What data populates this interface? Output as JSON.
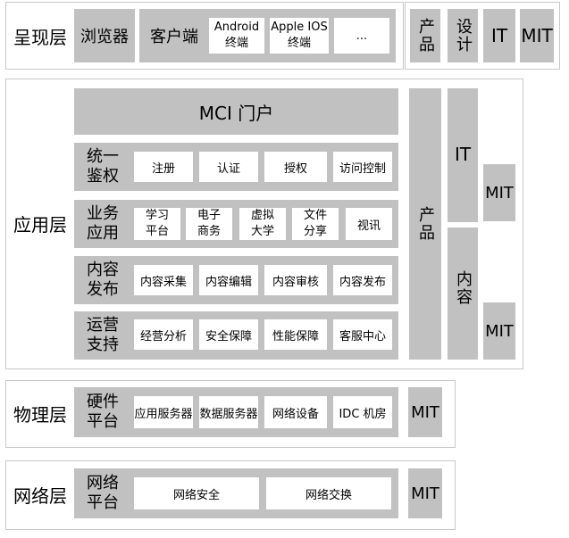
{
  "presentation": {
    "label": "呈现层",
    "browser": "浏览器",
    "client": "客户端",
    "android": "Android\n终端",
    "apple": "Apple IOS\n终端",
    "more": "...",
    "product": "产品",
    "design": "设计",
    "it": "IT",
    "mit": "MIT"
  },
  "application": {
    "label": "应用层",
    "portal": "MCI 门户",
    "auth": {
      "title": "统一\n鉴权",
      "items": [
        "注册",
        "认证",
        "授权",
        "访问控制"
      ]
    },
    "business": {
      "title": "业务\n应用",
      "items": [
        "学习\n平台",
        "电子\n商务",
        "虚拟\n大学",
        "文件\n分享",
        "视讯"
      ]
    },
    "content": {
      "title": "内容\n发布",
      "items": [
        "内容采集",
        "内容编辑",
        "内容审核",
        "内容发布"
      ]
    },
    "ops": {
      "title": "运营\n支持",
      "items": [
        "经营分析",
        "安全保障",
        "性能保障",
        "客服中心"
      ]
    },
    "product": "产品",
    "it": "IT",
    "content_col": "内容",
    "mit_top": "MIT",
    "mit_bottom": "MIT"
  },
  "physical": {
    "label": "物理层",
    "title": "硬件\n平台",
    "items": [
      "应用服务器",
      "数据服务器",
      "网络设备",
      "IDC 机房"
    ],
    "mit": "MIT"
  },
  "network": {
    "label": "网络层",
    "title": "网络\n平台",
    "items": [
      "网络安全",
      "网络交换"
    ],
    "mit": "MIT"
  }
}
